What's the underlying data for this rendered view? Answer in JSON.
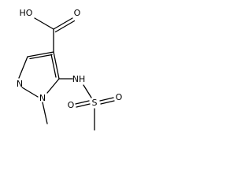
{
  "molecule": {
    "labels": {
      "carboxylic_acid_oh": "HO",
      "carboxylic_acid_o": "O",
      "ring_nitrogen": "N",
      "methylated_nitrogen": "N",
      "sulfonamide_nh": "NH",
      "sulfur": "S",
      "sulfonyl_o_left": "O",
      "sulfonyl_o_right": "O"
    },
    "colors": {
      "bonds": "#000000",
      "text": "#000000",
      "background": "#ffffff"
    }
  }
}
